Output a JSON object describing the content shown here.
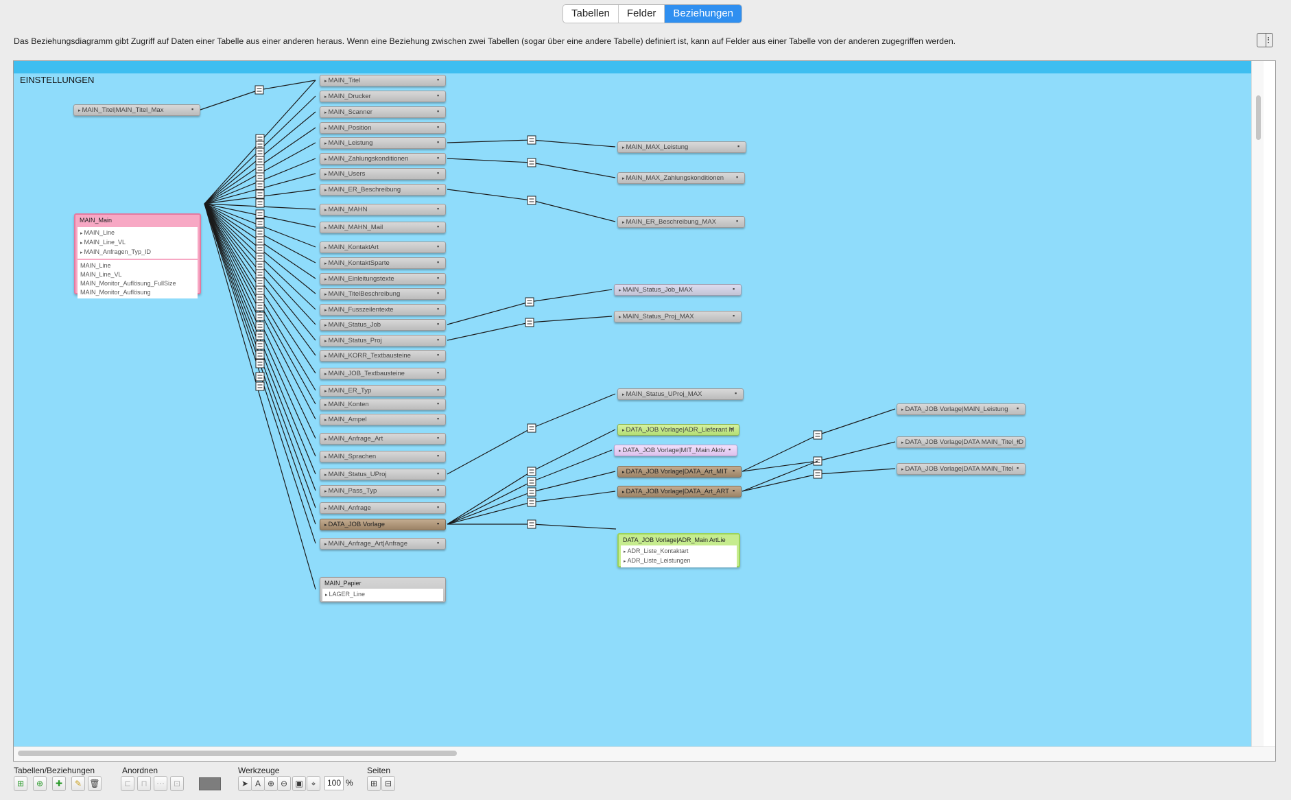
{
  "tabs": [
    "Tabellen",
    "Felder",
    "Beziehungen"
  ],
  "active_tab": "Beziehungen",
  "description": "Das Beziehungsdiagramm gibt Zugriff auf Daten einer Tabelle aus einer anderen heraus. Wenn eine Beziehung zwischen zwei Tabellen (sogar über eine andere Tabelle) definiert ist, kann auf Felder aus einer Tabelle von der anderen zugegriffen werden.",
  "canvas": {
    "title": "EINSTELLUNGEN",
    "tables": [
      {
        "id": "t-titel-max",
        "label": "MAIN_Titel|MAIN_Titel_Max",
        "color": "gray"
      },
      {
        "id": "t-titel",
        "label": "MAIN_Titel",
        "color": "gray"
      },
      {
        "id": "t-drucker",
        "label": "MAIN_Drucker",
        "color": "gray"
      },
      {
        "id": "t-scanner",
        "label": "MAIN_Scanner",
        "color": "gray"
      },
      {
        "id": "t-position",
        "label": "MAIN_Position",
        "color": "gray"
      },
      {
        "id": "t-leistung",
        "label": "MAIN_Leistung",
        "color": "gray"
      },
      {
        "id": "t-zahlung",
        "label": "MAIN_Zahlungskonditionen",
        "color": "gray"
      },
      {
        "id": "t-users",
        "label": "MAIN_Users",
        "color": "gray"
      },
      {
        "id": "t-er-beschr",
        "label": "MAIN_ER_Beschreibung",
        "color": "gray"
      },
      {
        "id": "t-mahn",
        "label": "MAIN_MAHN",
        "color": "gray"
      },
      {
        "id": "t-mahn-mail",
        "label": "MAIN_MAHN_Mail",
        "color": "gray"
      },
      {
        "id": "t-kontaktart",
        "label": "MAIN_KontaktArt",
        "color": "gray"
      },
      {
        "id": "t-kontaktsparte",
        "label": "MAIN_KontaktSparte",
        "color": "gray"
      },
      {
        "id": "t-einleitung",
        "label": "MAIN_Einleitungstexte",
        "color": "gray"
      },
      {
        "id": "t-titelbeschr",
        "label": "MAIN_TitelBeschreibung",
        "color": "gray"
      },
      {
        "id": "t-fusszeilen",
        "label": "MAIN_Fusszeilentexte",
        "color": "gray"
      },
      {
        "id": "t-status-job",
        "label": "MAIN_Status_Job",
        "color": "gray"
      },
      {
        "id": "t-status-proj",
        "label": "MAIN_Status_Proj",
        "color": "gray"
      },
      {
        "id": "t-korr",
        "label": "MAIN_KORR_Textbausteine",
        "color": "gray"
      },
      {
        "id": "t-job-tb",
        "label": "MAIN_JOB_Textbausteine",
        "color": "gray"
      },
      {
        "id": "t-er-typ",
        "label": "MAIN_ER_Typ",
        "color": "gray"
      },
      {
        "id": "t-konten",
        "label": "MAIN_Konten",
        "color": "gray"
      },
      {
        "id": "t-ampel",
        "label": "MAIN_Ampel",
        "color": "gray"
      },
      {
        "id": "t-anfrage-art",
        "label": "MAIN_Anfrage_Art",
        "color": "gray"
      },
      {
        "id": "t-sprachen",
        "label": "MAIN_Sprachen",
        "color": "gray"
      },
      {
        "id": "t-status-uproj",
        "label": "MAIN_Status_UProj",
        "color": "gray"
      },
      {
        "id": "t-pass-typ",
        "label": "MAIN_Pass_Typ",
        "color": "gray"
      },
      {
        "id": "t-anfrage",
        "label": "MAIN_Anfrage",
        "color": "gray"
      },
      {
        "id": "t-data-job",
        "label": "DATA_JOB Vorlage",
        "color": "brown"
      },
      {
        "id": "t-anfrage-art-anfrage",
        "label": "MAIN_Anfrage_Art|Anfrage",
        "color": "gray"
      },
      {
        "id": "t-max-leistung",
        "label": "MAIN_MAX_Leistung",
        "color": "gray"
      },
      {
        "id": "t-max-zahlung",
        "label": "MAIN_MAX_Zahlungskonditionen",
        "color": "gray"
      },
      {
        "id": "t-er-beschr-max",
        "label": "MAIN_ER_Beschreibung_MAX",
        "color": "gray"
      },
      {
        "id": "t-status-job-max",
        "label": "MAIN_Status_Job_MAX",
        "color": "lav"
      },
      {
        "id": "t-status-proj-max",
        "label": "MAIN_Status_Proj_MAX",
        "color": "gray"
      },
      {
        "id": "t-status-uproj-max",
        "label": "MAIN_Status_UProj_MAX",
        "color": "gray"
      },
      {
        "id": "t-lieferant",
        "label": "DATA_JOB Vorlage|ADR_Lieferant M",
        "color": "green"
      },
      {
        "id": "t-mit-aktiv",
        "label": "DATA_JOB Vorlage|MIT_Main Aktiv",
        "color": "purple"
      },
      {
        "id": "t-art-mit",
        "label": "DATA_JOB Vorlage|DATA_Art_MIT",
        "color": "brown"
      },
      {
        "id": "t-art-art",
        "label": "DATA_JOB Vorlage|DATA_Art_ART",
        "color": "brown"
      },
      {
        "id": "t-r-leistung",
        "label": "DATA_JOB Vorlage|MAIN_Leistung",
        "color": "gray"
      },
      {
        "id": "t-r-titel-id",
        "label": "DATA_JOB Vorlage|DATA MAIN_Titel_ID",
        "color": "gray"
      },
      {
        "id": "t-r-titel",
        "label": "DATA_JOB Vorlage|DATA MAIN_Titel",
        "color": "gray"
      }
    ],
    "main_main": {
      "title": "MAIN_Main",
      "key_fields": [
        "MAIN_Line",
        "MAIN_Line_VL",
        "MAIN_Anfragen_Typ_ID"
      ],
      "other_fields": [
        "MAIN_Line",
        "MAIN_Line_VL",
        "MAIN_Monitor_Auflösung_FullSize",
        "MAIN_Monitor_Auflösung"
      ]
    },
    "job_liste": {
      "title": "DATA_JOB Vorlage|ADR_Main ArtLie",
      "fields": [
        "ADR_Liste_Kontaktart",
        "ADR_Liste_Leistungen"
      ]
    },
    "papier": {
      "title": "MAIN_Papier",
      "fields": [
        "LAGER_Line"
      ]
    }
  },
  "toolbar": {
    "groups": [
      "Tabellen/Beziehungen",
      "Anordnen",
      "Werkzeuge",
      "Seiten"
    ],
    "zoom": "100",
    "zoom_unit": "%",
    "icons": {
      "add_table": "add-table-icon",
      "add_relation": "add-relationship-icon",
      "duplicate": "duplicate-icon",
      "edit": "pencil-icon",
      "delete": "trash-icon",
      "arrow": "pointer-icon",
      "text": "text-tool-icon",
      "zoom_in": "zoom-in-icon",
      "zoom_out": "zoom-out-icon",
      "fit": "fit-window-icon",
      "color": "color-swatch",
      "page_single": "page-layout-icon",
      "page_multi": "page-break-icon"
    },
    "accent": "#2f8ff0",
    "canvas_color": "#8fdcfb"
  }
}
